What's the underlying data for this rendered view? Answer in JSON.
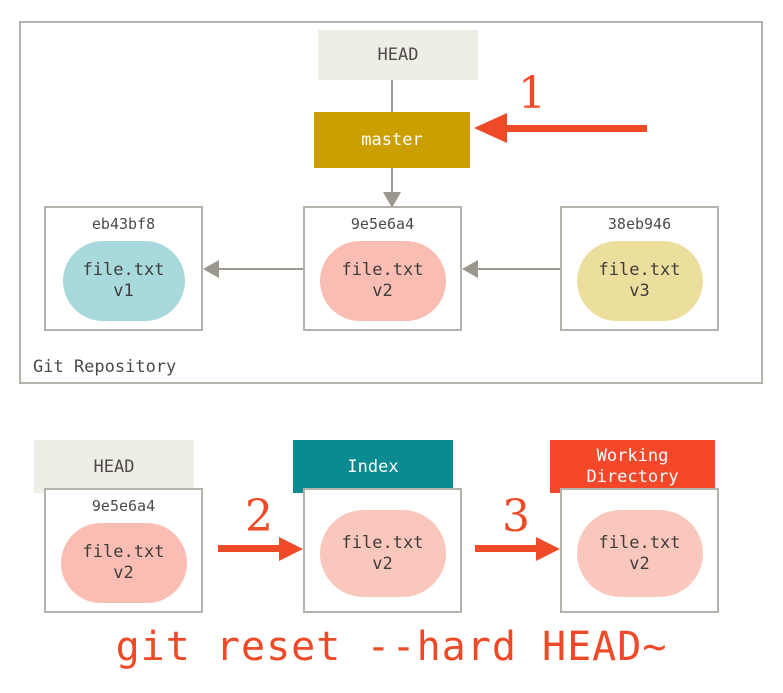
{
  "diagram": {
    "title": "git reset --hard HEAD~",
    "colors": {
      "head_bg": "#eeeee6",
      "master_bg": "#cc9f00",
      "index_bg": "#0b8a8f",
      "working_directory_bg": "#f5472a",
      "blob_v1": "#a8dadd",
      "blob_v2": "#f9bdb4",
      "blob_v3": "#ecdf9e",
      "accent_red": "#ef4a28",
      "line_gray": "#9b978f",
      "text_gray": "#4d4a47"
    }
  },
  "repository": {
    "label": "Git Repository",
    "head_label": "HEAD",
    "branch_label": "master",
    "commits": [
      {
        "sha": "eb43bf8",
        "file": "file.txt",
        "version": "v1"
      },
      {
        "sha": "9e5e6a4",
        "file": "file.txt",
        "version": "v2"
      },
      {
        "sha": "38eb946",
        "file": "file.txt",
        "version": "v3"
      }
    ],
    "step_marker": "1"
  },
  "trees": {
    "head": {
      "header": "HEAD",
      "sha": "9e5e6a4",
      "file": "file.txt",
      "version": "v2"
    },
    "index": {
      "header": "Index",
      "file": "file.txt",
      "version": "v2"
    },
    "working_directory": {
      "header_line1": "Working",
      "header_line2": "Directory",
      "file": "file.txt",
      "version": "v2"
    },
    "step_markers": [
      "2",
      "3"
    ]
  },
  "command": "git reset --hard HEAD~"
}
